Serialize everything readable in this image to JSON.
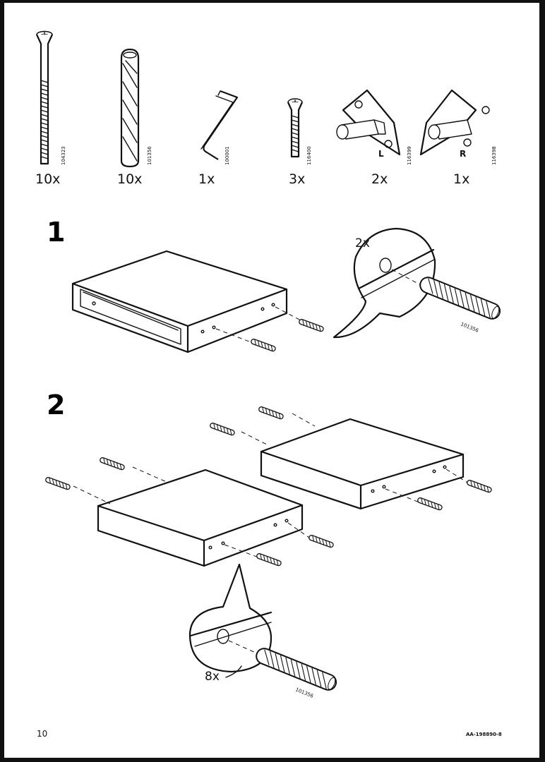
{
  "parts": [
    {
      "qty": "10x",
      "code": "104323",
      "name": "long-screw"
    },
    {
      "qty": "10x",
      "code": "101356",
      "name": "wooden-dowel"
    },
    {
      "qty": "1x",
      "code": "100001",
      "name": "allen-key"
    },
    {
      "qty": "3x",
      "code": "116400",
      "name": "short-screw"
    },
    {
      "qty": "2x",
      "code": "116399",
      "name": "bracket-left",
      "letter": "L"
    },
    {
      "qty": "1x",
      "code": "116398",
      "name": "bracket-right",
      "letter": "R"
    }
  ],
  "steps": [
    {
      "number": "1",
      "callout_qty": "2x",
      "callout_code": "101356"
    },
    {
      "number": "2",
      "callout_qty": "8x",
      "callout_code": "101356"
    }
  ],
  "footer": {
    "page_number": "10",
    "doc_code": "AA-198890-8"
  }
}
